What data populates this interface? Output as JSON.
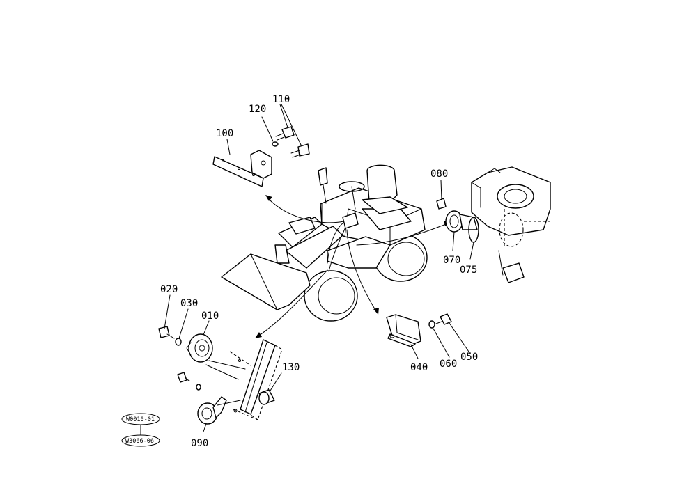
{
  "callouts": {
    "p010": "010",
    "p020": "020",
    "p030": "030",
    "p040": "040",
    "p050": "050",
    "p060": "060",
    "p070": "070",
    "p075": "075",
    "p080": "080",
    "p090": "090",
    "p100": "100",
    "p110": "110",
    "p120": "120",
    "p130": "130"
  },
  "codes": {
    "upper": "W0010-01",
    "lower": "W3066-06"
  }
}
